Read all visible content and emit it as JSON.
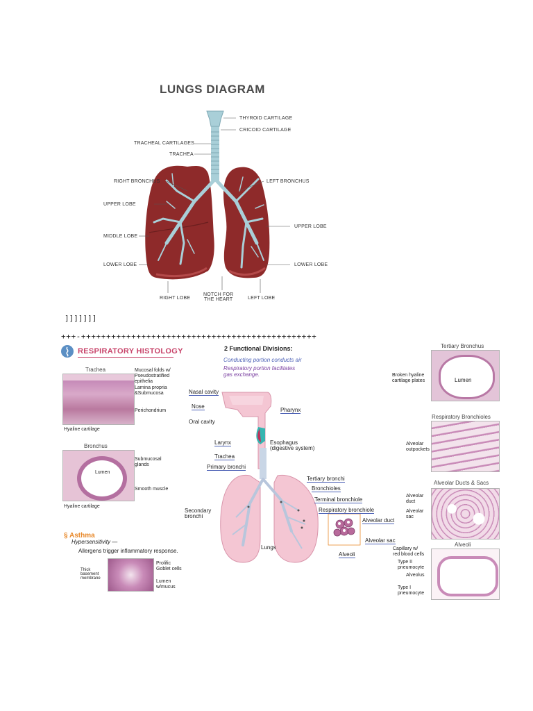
{
  "lungs_diagram": {
    "title": "LUNGS DIAGRAM",
    "labels": {
      "thyroid": "THYROID CARTILAGE",
      "cricoid": "CRICOID CARTILAGE",
      "tracheal_cartilages": "TRACHEAL CARTILAGES",
      "trachea": "TRACHEA",
      "right_bronchus": "RIGHT BRONCHUS",
      "left_bronchus": "LEFT BRONCHUS",
      "upper_lobe_right": "UPPER LOBE",
      "upper_lobe_left": "UPPER LOBE",
      "middle_lobe": "MIDDLE LOBE",
      "lower_lobe_right": "LOWER LOBE",
      "lower_lobe_left": "LOWER LOBE",
      "right_lobe": "RIGHT LOBE",
      "left_lobe": "LEFT LOBE",
      "notch_line1": "NOTCH FOR",
      "notch_line2": "THE HEART"
    }
  },
  "separators": {
    "markers": "]]]]]]]",
    "plus_line": "+++-+++++++++++++++++++++++++++++++++++++++++++++++"
  },
  "histology": {
    "title": "RESPIRATORY HISTOLOGY",
    "functional_title": "2 Functional Divisions:",
    "conducting": "Conducting portion conducts air",
    "respiratory_line1": "Respiratory portion facilitates",
    "respiratory_line2": "gas exchange.",
    "trachea_panel": "Trachea",
    "bronchus_panel": "Bronchus",
    "lumen": "Lumen",
    "mucosal_1": "Mucosal folds w/",
    "mucosal_2": "Pseudostratified",
    "mucosal_3": "epithelia",
    "lamina_1": "Lamina propria",
    "lamina_2": "&Submucosa",
    "perichondrium": "Perichondrium",
    "hyaline_cartilage_1": "Hyaline cartilage",
    "submucosal_1": "Submucosal",
    "submucosal_2": "glands",
    "smooth_muscle": "Smooth muscle",
    "hyaline_cartilage_2": "Hyaline cartilage",
    "asthma_title": "Asthma",
    "hypersensitivity": "Hypersensitivity —",
    "allergens": "Allergens trigger inflammatory response.",
    "thick_1": "Thick",
    "thick_2": "basement",
    "thick_3": "membrane",
    "prolific_1": "Prolific",
    "prolific_2": "Goblet cells",
    "lumen_mucus_1": "Lumen",
    "lumen_mucus_2": "w/mucus",
    "nasal_cavity": "Nasal cavity",
    "nose": "Nose",
    "oral_cavity": "Oral cavity",
    "pharynx": "Pharynx",
    "larynx": "Larynx",
    "esophagus_1": "Esophagus",
    "esophagus_2": "(digestive system)",
    "trachea_label": "Trachea",
    "primary_bronchi": "Primary bronchi",
    "tertiary_bronchi": "Tertiary bronchi",
    "bronchioles": "Bronchioles",
    "terminal_bronchiole": "Terminal bronchiole",
    "respiratory_bronchiole": "Respiratory bronchiole",
    "secondary_1": "Secondary",
    "secondary_2": "bronchi",
    "alveolar_duct": "Alveolar duct",
    "alveolar_sac": "Alveolar sac",
    "alveoli": "Alveoli",
    "lungs": "Lungs",
    "tertiary_bronchus_panel": "Tertiary Bronchus",
    "broken_1": "Broken hyaline",
    "broken_2": "cartilage plates",
    "resp_bronchioles_panel": "Respiratory Bronchioles",
    "alveolar_outpockets_1": "Alveolar",
    "alveolar_outpockets_2": "outpockets",
    "ducts_sacs_panel": "Alveolar Ducts & Sacs",
    "alv_duct_1": "Alveolar",
    "alv_duct_2": "duct",
    "alv_sac_1": "Alveolar",
    "alv_sac_2": "sac",
    "alveoli_panel": "Alveoli",
    "capillary_1": "Capillary w/",
    "capillary_2": "red blood cells",
    "type2_1": "Type II",
    "type2_2": "pneumocyte",
    "alveolus": "Alveolus",
    "type1_1": "Type I",
    "type1_2": "pneumocyte"
  },
  "colors": {
    "lung": "#8e2a2a",
    "airway": "#a9cfd8",
    "pink_lung": "#f4c6d3",
    "title_pink": "#c8456b",
    "accent_blue": "#4a5fb5",
    "purple_text": "#7a3fa0",
    "asthma_orange": "#e8892b",
    "stain": "#c98bb8"
  }
}
